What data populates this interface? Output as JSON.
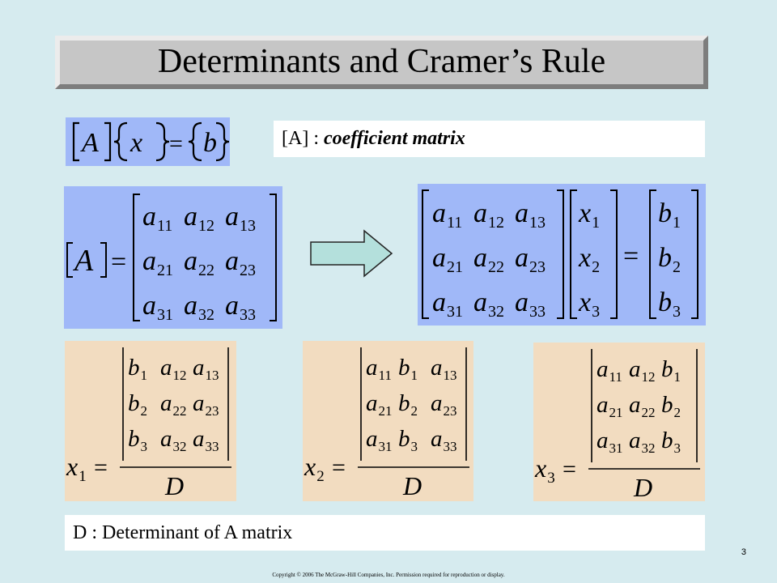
{
  "slide": {
    "title": "Determinants and Cramer’s Rule",
    "page_number": "3",
    "copyright": "Copyright © 2006 The McGraw-Hill Companies, Inc.  Permission required for reproduction or display."
  },
  "labels": {
    "coef_prefix": "[A] : ",
    "coef_text": "coefficient matrix",
    "det_text": "D : Determinant of A matrix"
  },
  "equations": {
    "system": {
      "A": "A",
      "x": "x",
      "b": "b",
      "eq": "="
    },
    "matrix_a": {
      "lhs": "A",
      "rows": [
        [
          "a11",
          "a12",
          "a13"
        ],
        [
          "a21",
          "a22",
          "a23"
        ],
        [
          "a31",
          "a32",
          "a33"
        ]
      ]
    },
    "expanded": {
      "a_rows": [
        [
          "a11",
          "a12",
          "a13"
        ],
        [
          "a21",
          "a22",
          "a23"
        ],
        [
          "a31",
          "a32",
          "a33"
        ]
      ],
      "x_col": [
        "x1",
        "x2",
        "x3"
      ],
      "b_col": [
        "b1",
        "b2",
        "b3"
      ]
    },
    "cramer": [
      {
        "lhs": "x1",
        "rows": [
          [
            "b1",
            "a12",
            "a13"
          ],
          [
            "b2",
            "a22",
            "a23"
          ],
          [
            "b3",
            "a32",
            "a33"
          ]
        ],
        "den": "D"
      },
      {
        "lhs": "x2",
        "rows": [
          [
            "a11",
            "b1",
            "a13"
          ],
          [
            "a21",
            "b2",
            "a23"
          ],
          [
            "a31",
            "b3",
            "a33"
          ]
        ],
        "den": "D"
      },
      {
        "lhs": "x3",
        "rows": [
          [
            "a11",
            "a12",
            "b1"
          ],
          [
            "a21",
            "a22",
            "b2"
          ],
          [
            "a31",
            "a32",
            "b3"
          ]
        ],
        "den": "D"
      }
    ]
  },
  "colors": {
    "background": "#d6ebef",
    "blue_box": "#a0b8f8",
    "tan_box": "#f2dcc0",
    "arrow_fill": "#b4e0dc"
  },
  "icons": {
    "arrow": "right-arrow-icon"
  }
}
